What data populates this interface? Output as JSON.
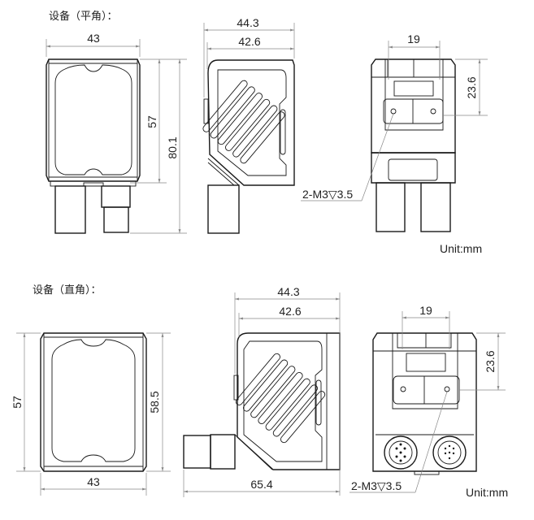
{
  "flat": {
    "title": "设备（平角）：",
    "front": {
      "width": "43",
      "height_body": "57",
      "height_total": "80.1"
    },
    "side": {
      "depth_total": "44.3",
      "depth_body": "42.6"
    },
    "rear": {
      "hole_spacing": "19",
      "hole_offset": "23.6",
      "thread_note": "2-M3▽3.5"
    },
    "unit": "Unit:mm"
  },
  "right_angle": {
    "title": "设备（直角）：",
    "front": {
      "width": "43",
      "height_body": "57",
      "height_total": "58.5"
    },
    "side": {
      "depth_total": "44.3",
      "depth_body": "42.6",
      "length_total": "65.4"
    },
    "rear": {
      "hole_spacing": "19",
      "hole_offset": "23.6",
      "thread_note": "2-M3▽3.5"
    },
    "unit": "Unit:mm"
  }
}
